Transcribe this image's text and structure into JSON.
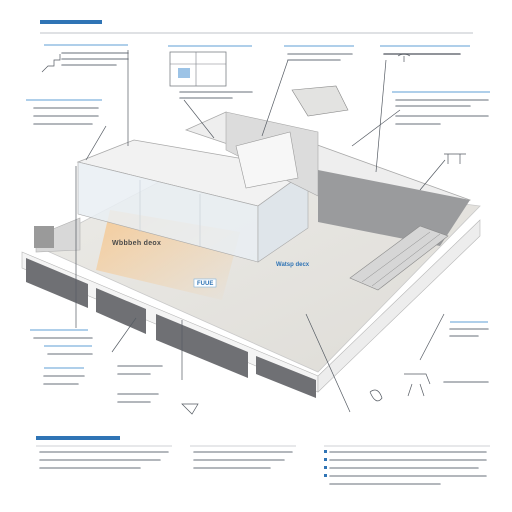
{
  "diagram": {
    "labels": {
      "main_floor_label": "Wbbbeh deox",
      "center_label": "Watsp decx",
      "small_blue_tag": "FUUE"
    },
    "colors": {
      "accent_blue": "#2f74b5",
      "light_blue": "#9cc3e6",
      "floor": "#e6e4df",
      "wall_dark": "#6f7074",
      "warm_glow": "#f3d7ad"
    },
    "icons": [
      "stair-sketch-icon",
      "rooflight-sketch-icon",
      "lamp-sketch-icon",
      "chair-sketch-icon",
      "fixture-sketch-icon"
    ]
  }
}
